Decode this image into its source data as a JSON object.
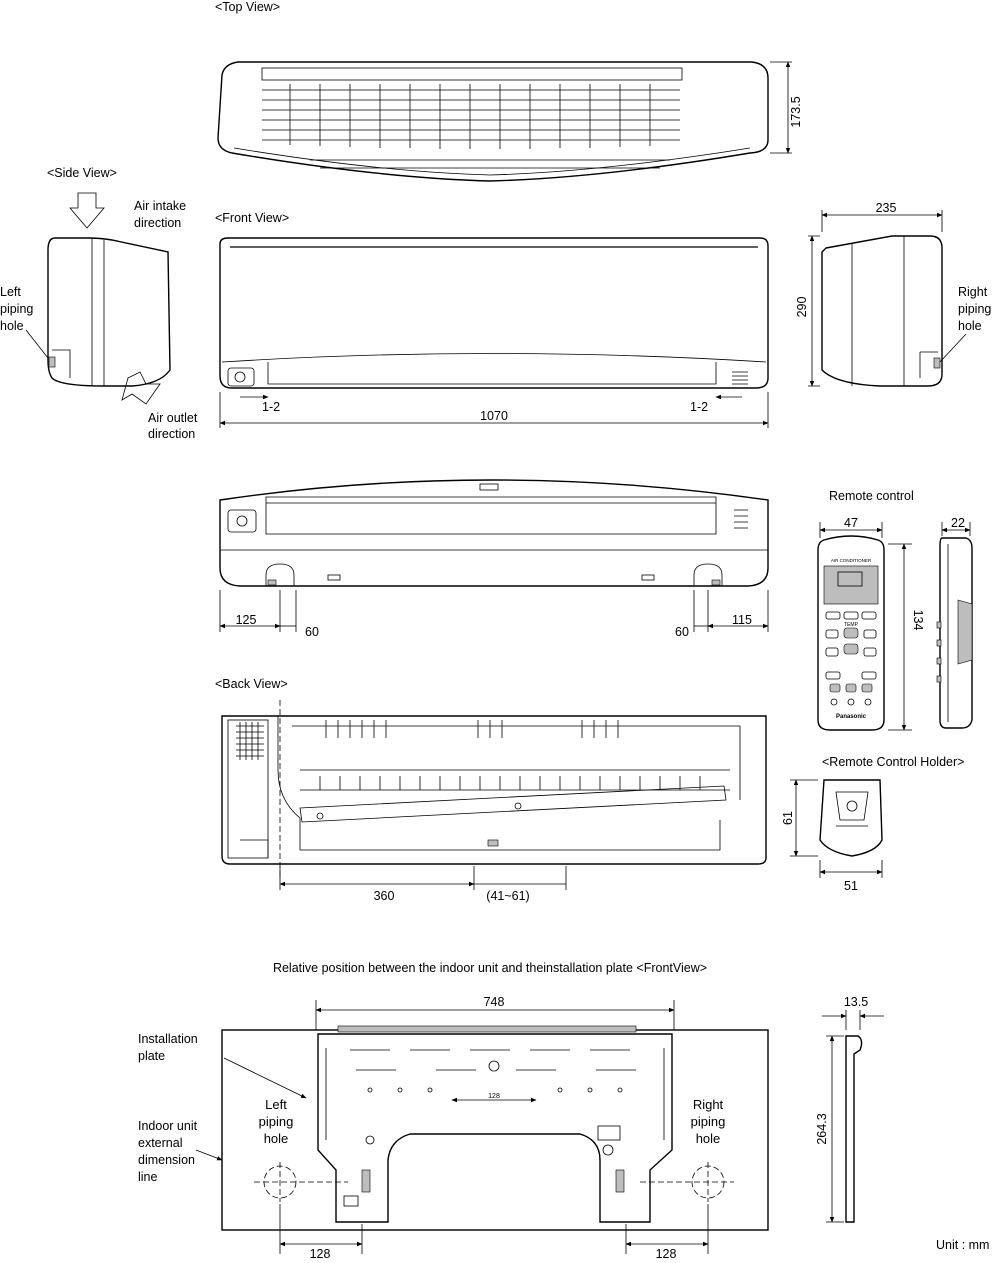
{
  "views": {
    "top": "<Top View>",
    "side": "<Side View>",
    "front": "<Front View>",
    "back": "<Back View>",
    "remote_holder": "<Remote Control Holder>"
  },
  "labels": {
    "air_intake": [
      "Air intake",
      "direction"
    ],
    "air_outlet": [
      "Air outlet",
      "direction"
    ],
    "left_piping": [
      "Left",
      "piping",
      "hole"
    ],
    "right_piping": [
      "Right",
      "piping",
      "hole"
    ],
    "remote_control": "Remote control",
    "installation_plate": [
      "Installation",
      "plate"
    ],
    "indoor_unit_line": [
      "Indoor unit",
      "external",
      "dimension",
      "line"
    ],
    "plate_caption": "Relative position between the indoor unit and theinstallation plate <FrontView>",
    "unit": "Unit : mm",
    "remote_brand": "Panasonic",
    "remote_header": "AIR CONDITIONER",
    "remote_temp": "TEMP"
  },
  "dimensions": {
    "top_depth": "173.5",
    "side_depth": "235",
    "side_height": "290",
    "width": "1070",
    "gap_left": "1-2",
    "gap_right": "1-2",
    "bottom_left_125": "125",
    "bottom_left_60": "60",
    "bottom_right_60": "60",
    "bottom_right_115": "115",
    "remote_width": "47",
    "remote_thickness": "22",
    "remote_height": "134",
    "holder_height": "61",
    "holder_width": "51",
    "back_360": "360",
    "back_range": "(41~61)",
    "plate_748": "748",
    "plate_128_inner": "128",
    "plate_13_5": "13.5",
    "plate_264_3": "264.3",
    "plate_128_left": "128",
    "plate_128_right": "128"
  },
  "colors": {
    "line": "#000000",
    "shade": "#bdbdbd",
    "background": "#ffffff"
  }
}
